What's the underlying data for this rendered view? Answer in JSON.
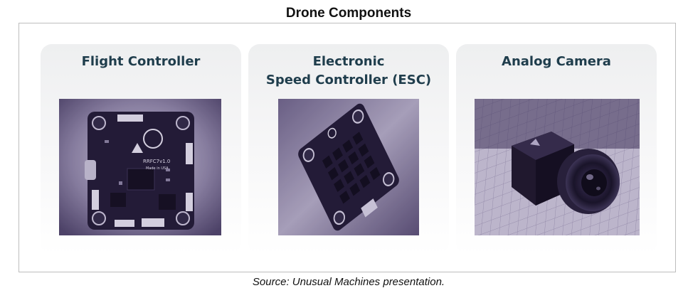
{
  "title": "Drone Components",
  "cards": [
    {
      "label": "Flight Controller",
      "image": "flight-controller-photo"
    },
    {
      "label": "Electronic\nSpeed Controller (ESC)",
      "image": "esc-board-photo"
    },
    {
      "label": "Analog Camera",
      "image": "analog-camera-photo"
    }
  ],
  "source": "Source: Unusual Machines presentation.",
  "colors": {
    "card_title": "#1f3d4c",
    "photo_tint": "#4a3d6a"
  }
}
